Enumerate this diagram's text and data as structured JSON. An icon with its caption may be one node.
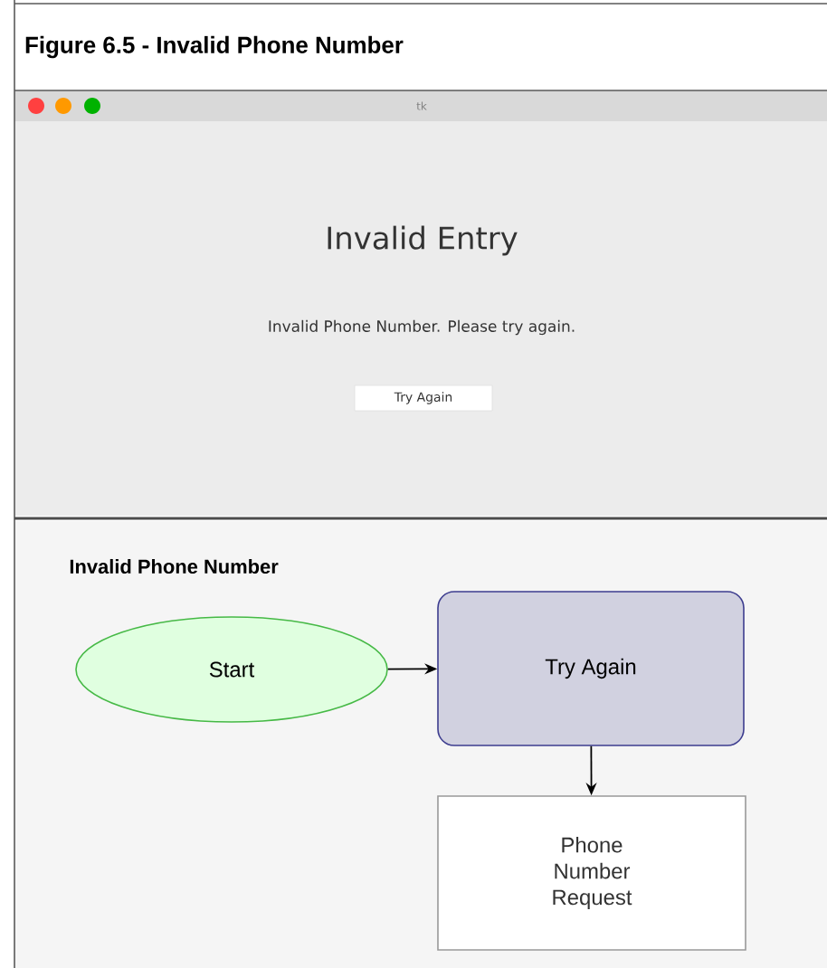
{
  "diagram": {
    "title": "Figure 6.5 - Invalid Phone Number",
    "nodes": [
      {
        "text": [
          "Try Again"
        ]
      },
      {
        "text": [
          "Start"
        ]
      },
      {
        "text": [
          "Try Again"
        ]
      },
      {
        "text": [
          "Phone Number Request"
        ]
      }
    ],
    "edges": [
      {
        "from": 1,
        "to": 2,
        "arrow": "to"
      },
      {
        "from": 2,
        "to": 3,
        "arrow": "to"
      }
    ],
    "labels": [
      "tk",
      "Invalid Entry",
      "Invalid Phone Number. Please try again.",
      "Invalid Phone Number"
    ]
  }
}
